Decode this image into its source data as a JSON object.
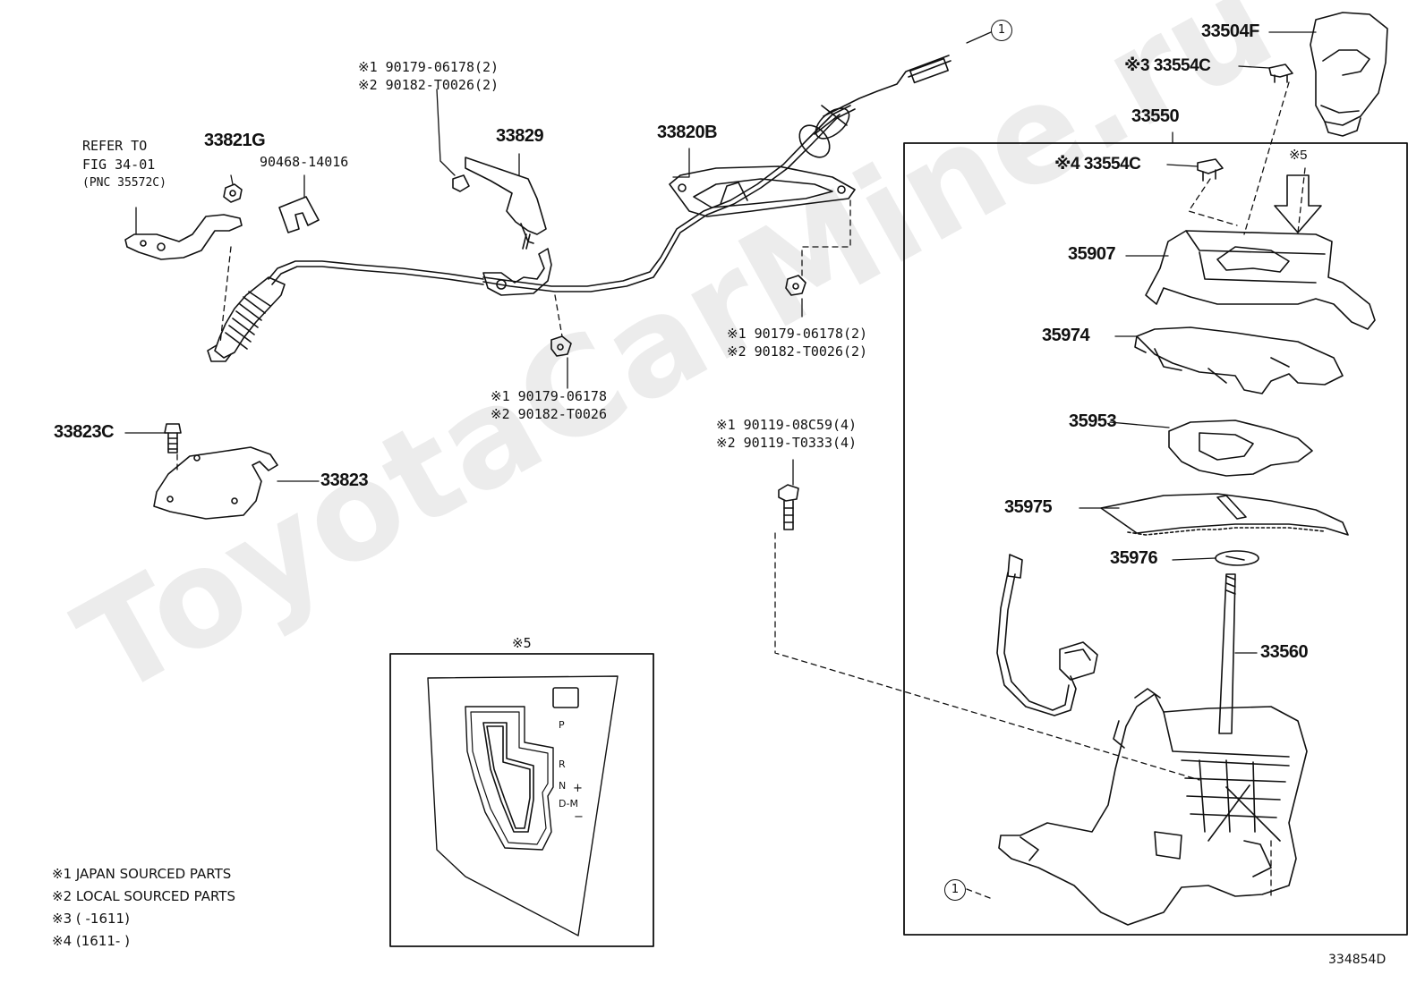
{
  "watermark": "ToyotaCarMine.ru",
  "refer_note": {
    "line1": "REFER TO",
    "line2": "FIG 34-01",
    "line3": "(PNC 35572C)"
  },
  "parts": {
    "p33821G": "33821G",
    "p90468": "90468-14016",
    "p33829": "33829",
    "p33820B": "33820B",
    "p33504F": "33504F",
    "p33554C_top": "※3 33554C",
    "p33550": "33550",
    "p33554C_mid": "※4 33554C",
    "p35907": "35907",
    "p35974": "35974",
    "p35953": "35953",
    "p35975": "35975",
    "p35976": "35976",
    "p33560": "33560",
    "p33823C": "33823C",
    "p33823": "33823",
    "x5_arrow": "※5",
    "x5_box": "※5",
    "circle_top": "1",
    "circle_bottom": "1"
  },
  "fasteners": {
    "top_nut_1": "※1 90179-06178(2)",
    "top_nut_2": "※2 90182-T0026(2)",
    "mid_nut_1": "※1 90179-06178(2)",
    "mid_nut_2": "※2 90182-T0026(2)",
    "low_nut_1": "※1 90179-06178",
    "low_nut_2": "※2 90182-T0026",
    "bolt_1": "※1 90119-08C59(4)",
    "bolt_2": "※2 90119-T0333(4)"
  },
  "gate_labels": {
    "p": "P",
    "r": "R",
    "n": "N",
    "d": "D-M",
    "plus": "+",
    "minus": "−"
  },
  "notes": [
    "※1 JAPAN SOURCED PARTS",
    "※2 LOCAL SOURCED PARTS",
    "※3 (      -1611)",
    "※4 (1611-      )"
  ],
  "diagram_code": "334854D"
}
